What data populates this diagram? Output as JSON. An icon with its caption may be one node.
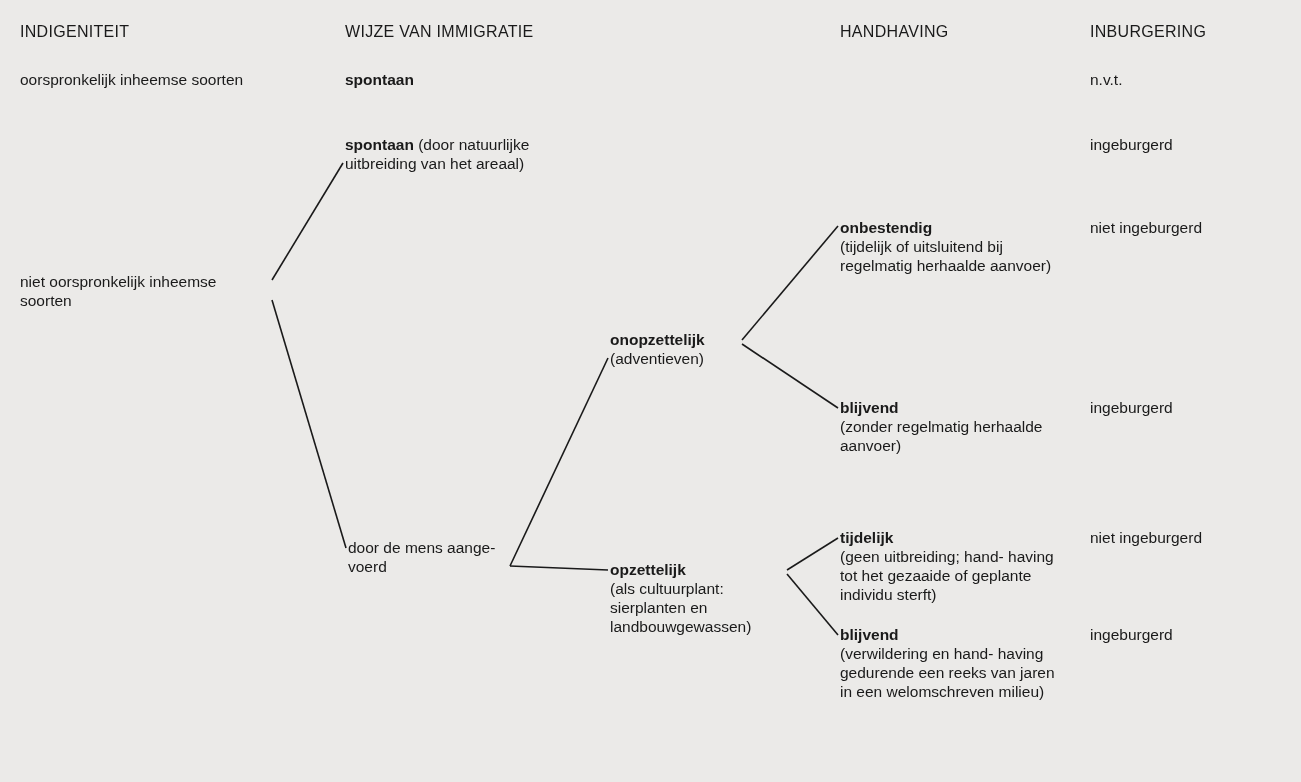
{
  "diagram": {
    "nodes": [
      {
        "text": [
          "niet oorspronkelijk inheemse soorten"
        ]
      },
      {
        "text": [
          "**spontaan** (door natuurlijke uitbreiding van het areaal)"
        ]
      },
      {
        "text": [
          "door de mens aange- voerd"
        ]
      },
      {
        "text": [
          "onopzettelijk",
          "(adventieven)"
        ]
      },
      {
        "text": [
          "opzettelijk",
          "(als cultuurplant: sierplanten en landbouwgewassen)"
        ]
      },
      {
        "text": [
          "onbestendig",
          "(tijdelijk of uitsluitend bij regelmatig herhaalde aanvoer)"
        ]
      },
      {
        "text": [
          "blijvend",
          "(zonder regelmatig herhaalde aanvoer)"
        ]
      },
      {
        "text": [
          "tijdelijk",
          "(geen uitbreiding; hand- having tot het gezaaide of geplante individu sterft)"
        ]
      },
      {
        "text": [
          "blijvend",
          "(verwildering en hand- having gedurende een reeks van jaren in een welomschreven milieu)"
        ]
      }
    ],
    "edges": [
      {
        "from": 0,
        "to": 1,
        "arrow": "none"
      },
      {
        "from": 0,
        "to": 2,
        "arrow": "none"
      },
      {
        "from": 2,
        "to": 3,
        "arrow": "none"
      },
      {
        "from": 2,
        "to": 4,
        "arrow": "none"
      },
      {
        "from": 3,
        "to": 5,
        "arrow": "none"
      },
      {
        "from": 3,
        "to": 6,
        "arrow": "none"
      },
      {
        "from": 4,
        "to": 7,
        "arrow": "none"
      },
      {
        "from": 4,
        "to": 8,
        "arrow": "none"
      }
    ],
    "labels": [
      "INDIGENITEIT",
      "WIJZE VAN IMMIGRATIE",
      "HANDHAVING",
      "INBURGERING",
      "oorspronkelijk inheemse soorten",
      "spontaan",
      "n.v.t.",
      "ingeburgerd",
      "niet ingeburgerd",
      "ingeburgerd",
      "niet ingeburgerd",
      "ingeburgerd"
    ]
  }
}
